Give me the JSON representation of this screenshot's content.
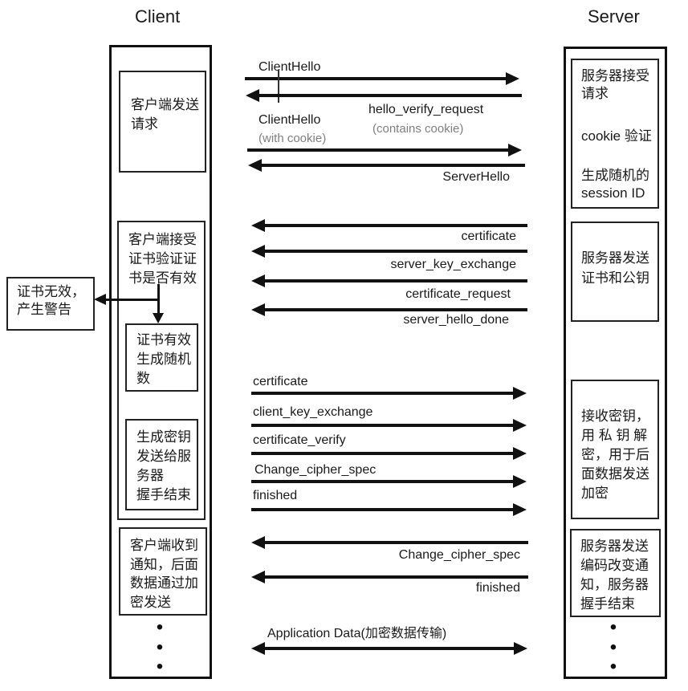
{
  "titles": {
    "client": "Client",
    "server": "Server"
  },
  "client_lane": {
    "send_request": [
      "客户端发送",
      "请求"
    ],
    "accept_cert": [
      "客户端接受",
      "证书验证证",
      "书是否有效"
    ],
    "cert_valid": [
      "证书有效",
      "生成随机",
      "数"
    ],
    "gen_key": [
      "生成密钥",
      "发送给服",
      "务器",
      "握手结束"
    ],
    "notified": [
      "客户端收到",
      "通知，后面",
      "数据通过加",
      "密发送"
    ]
  },
  "warning_box": [
    "证书无效，",
    "产生警告"
  ],
  "server_lane": {
    "accept_request": [
      "服务器接受",
      "请求",
      "cookie 验证",
      "生成随机的",
      "session ID"
    ],
    "send_cert": [
      "服务器发送",
      "证书和公钥"
    ],
    "recv_key": [
      "接收密钥，",
      "用 私 钥 解",
      "密，用于后",
      "面数据发送",
      "加密"
    ],
    "notify": [
      "服务器发送",
      "编码改变通",
      "知，服务器",
      "握手结束"
    ]
  },
  "messages": {
    "client_hello_1": {
      "label": "ClientHello"
    },
    "hello_verify_request": {
      "label": "hello_verify_request",
      "sublabel": "(contains cookie)"
    },
    "client_hello_2": {
      "label": "ClientHello",
      "sublabel": "(with cookie)"
    },
    "server_hello": {
      "label": "ServerHello"
    },
    "certificate_from_server": {
      "label": "certificate"
    },
    "server_key_exchange": {
      "label": "server_key_exchange"
    },
    "certificate_request": {
      "label": "certificate_request"
    },
    "server_hello_done": {
      "label": "server_hello_done"
    },
    "certificate_from_client": {
      "label": "certificate"
    },
    "client_key_exchange": {
      "label": "client_key_exchange"
    },
    "certificate_verify": {
      "label": "certificate_verify"
    },
    "change_cipher_spec_client": {
      "label": "Change_cipher_spec"
    },
    "finished_client": {
      "label": "finished"
    },
    "change_cipher_spec_server": {
      "label": "Change_cipher_spec"
    },
    "finished_server": {
      "label": "finished"
    },
    "application_data": {
      "label": "Application Data(加密数据传输)"
    }
  },
  "dot": "•",
  "colors": {
    "text": "#1a1a1a",
    "muted": "#7f7f7f",
    "line": "#111111"
  }
}
